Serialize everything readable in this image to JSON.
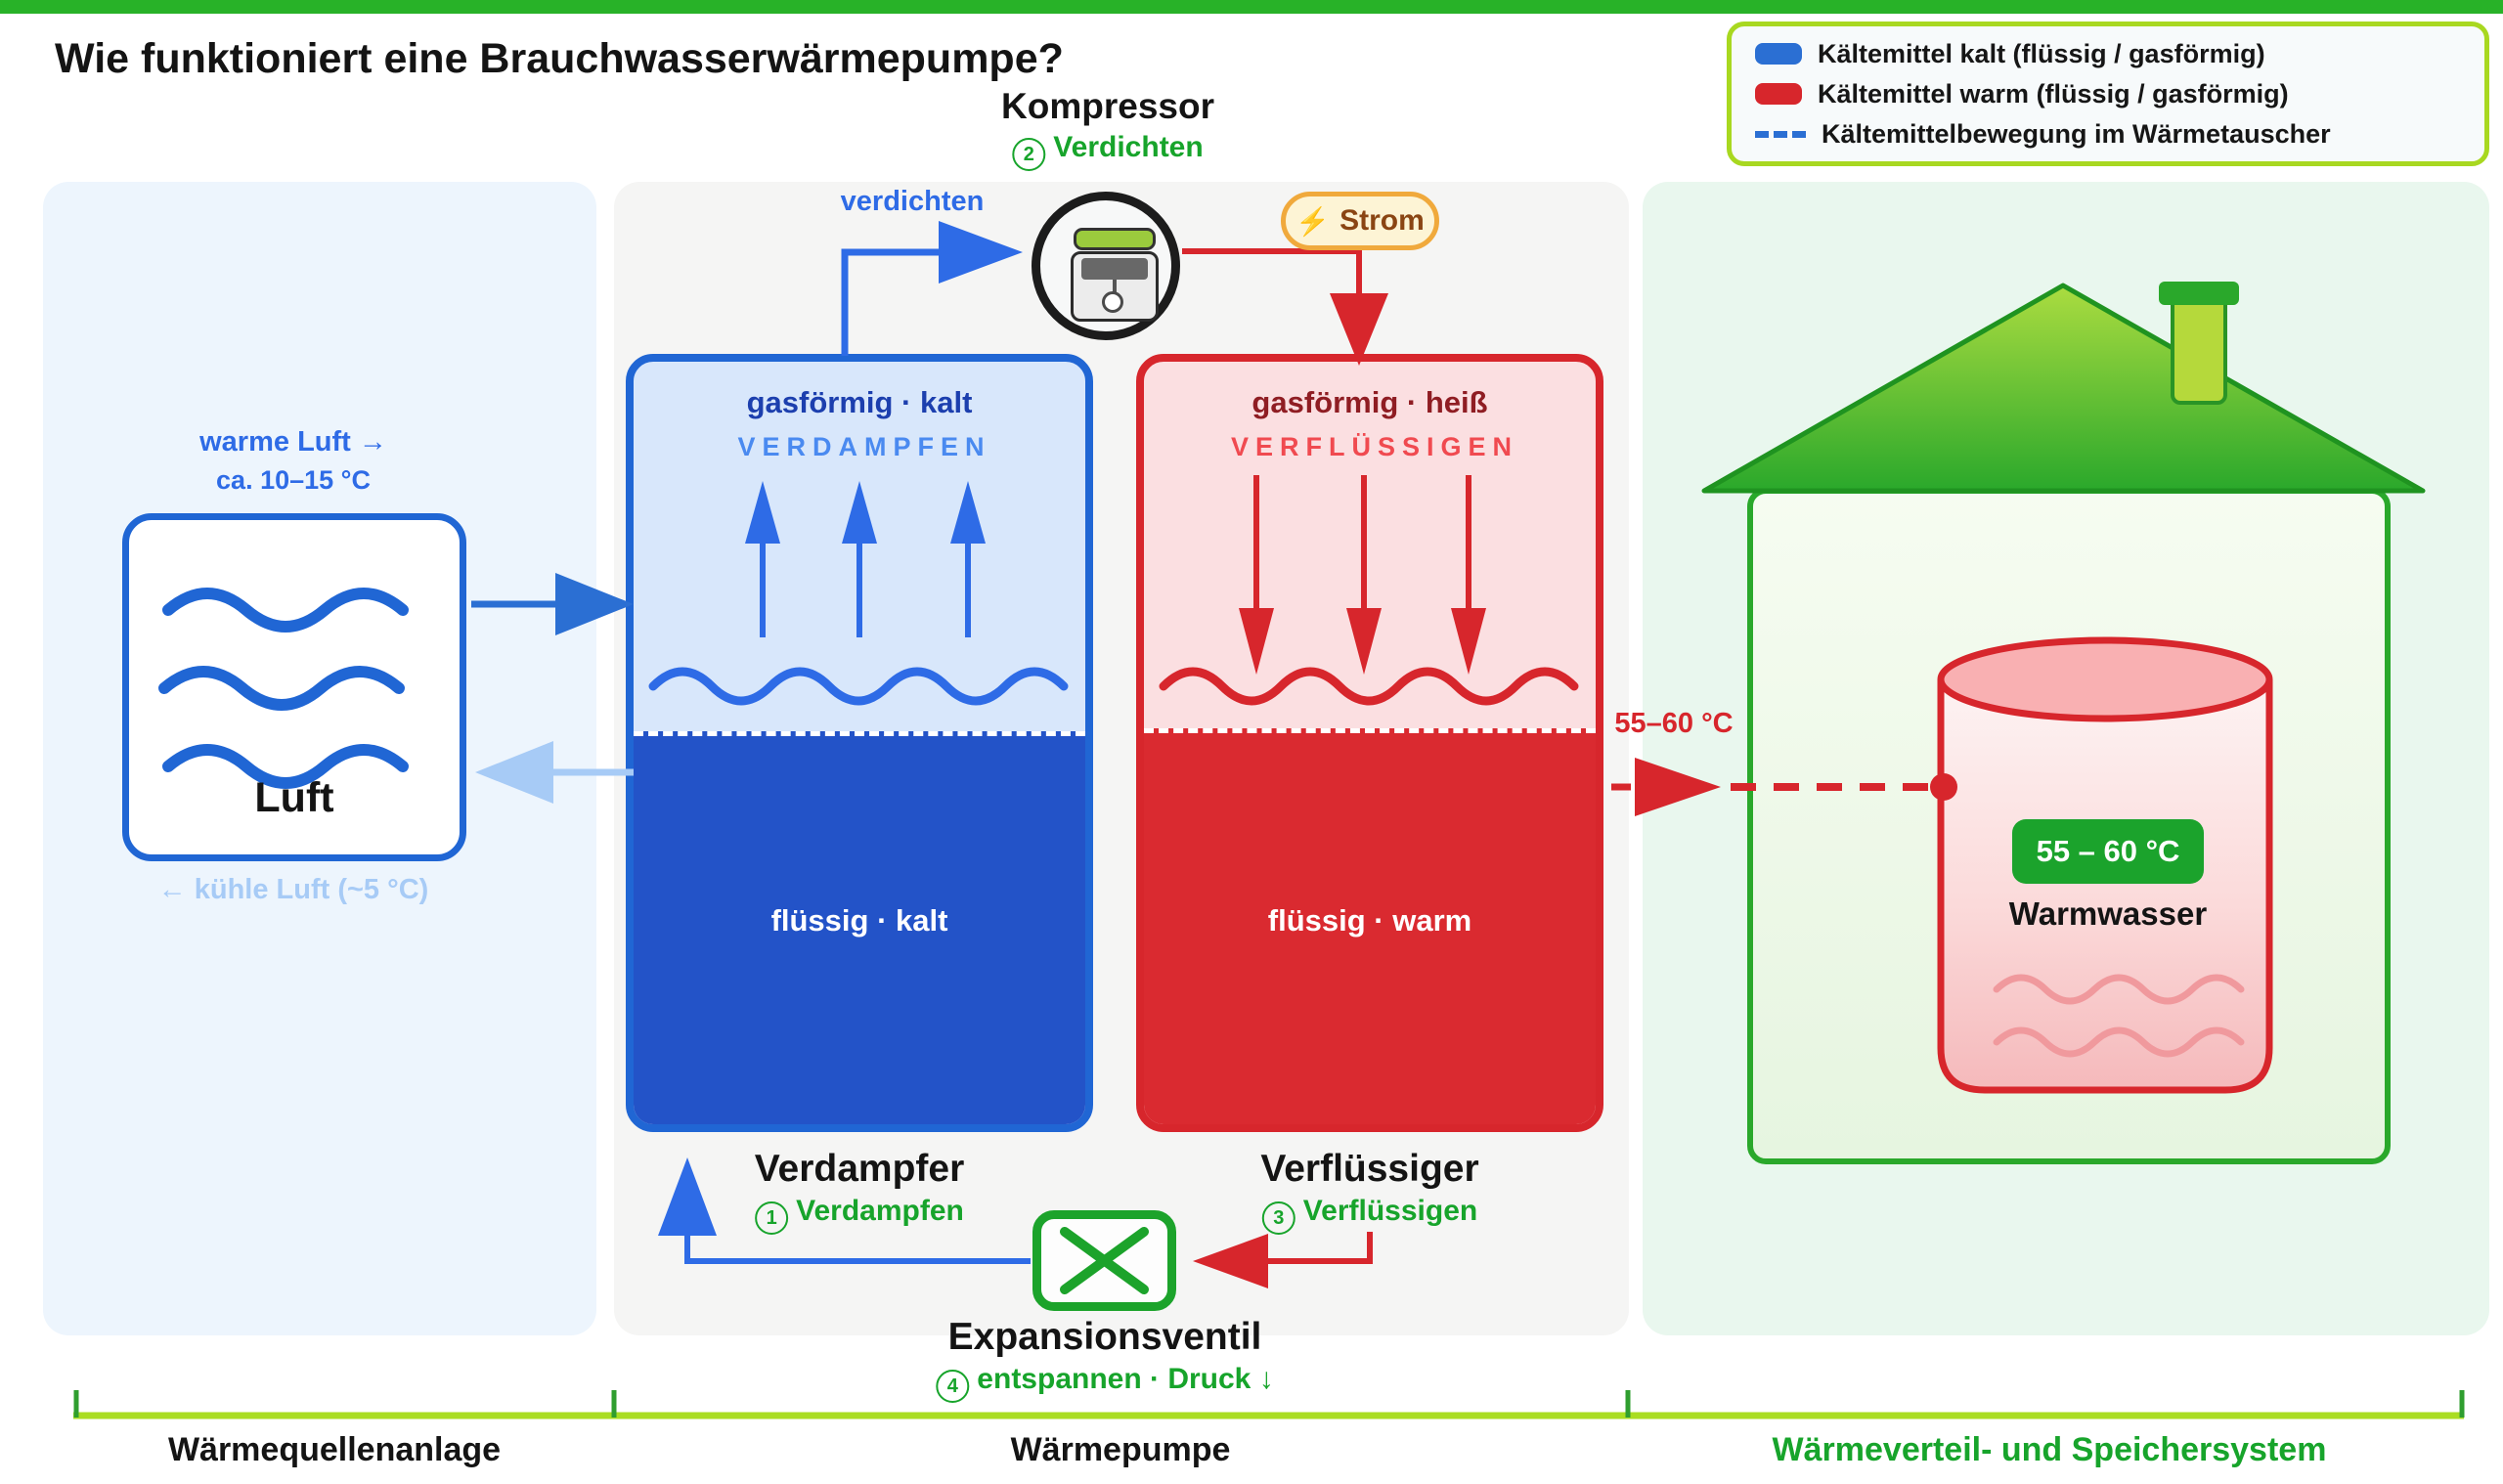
{
  "title": "Wie funktioniert eine Brauchwasserwärmepumpe?",
  "legend": {
    "items": [
      {
        "swatch": "blue-solid-swatch",
        "label": "Kältemittel kalt (flüssig / gasförmig)"
      },
      {
        "swatch": "red-solid-swatch",
        "label": "Kältemittel warm (flüssig / gasförmig)"
      },
      {
        "swatch": "blue-dashed-swatch",
        "label": "Kältemittelbewegung im Wärmetauscher"
      }
    ]
  },
  "kompressor": {
    "name": "Kompressor",
    "step_no": "2",
    "step_label": "Verdichten",
    "pipe_label": "verdichten"
  },
  "strom_badge": {
    "icon": "lightning-bolt",
    "bolt_glyph": "⚡",
    "label": "Strom"
  },
  "source": {
    "warm_air_label": "warme Luft →",
    "warm_air_temp": "ca. 10–15 °C",
    "box_label": "Luft",
    "cool_air_label": "← kühle Luft (~5 °C)"
  },
  "evaporator": {
    "gas_label": "gasförmig · kalt",
    "process_label": "VERDAMPFEN",
    "liquid_label": "flüssig · kalt",
    "name": "Verdampfer",
    "step_no": "1",
    "step_label": "Verdampfen"
  },
  "condenser": {
    "gas_label": "gasförmig · heiß",
    "process_label": "VERFLÜSSIGEN",
    "liquid_label": "flüssig · warm",
    "name": "Verflüssiger",
    "step_no": "3",
    "step_label": "Verflüssigen",
    "out_temp": "55–60 °C"
  },
  "expansion_valve": {
    "name": "Expansionsventil",
    "step_no": "4",
    "step_label": "entspannen · Druck ↓"
  },
  "storage": {
    "badge_temp": "55 – 60 °C",
    "label": "Warmwasser"
  },
  "sections": {
    "left": "Wärmequellenanlage",
    "middle": "Wärmepumpe",
    "right": "Wärmeverteil- und Speichersystem"
  },
  "colors": {
    "topbar": "#28b228",
    "title_text": "#141414",
    "panel_left_bg": "#edf5fd",
    "panel_mid_bg": "#f5f5f4",
    "panel_right_bg": "#e9f7ee",
    "blue": "#2e6be6",
    "blue_swatch": "#2b6fd3",
    "blue_border": "#2066d4",
    "blue_text_dark": "#1c3fae",
    "blue_process": "#4a8af0",
    "blue_liquid": "#2353c8",
    "blue_tank_bg": "#d8e7fb",
    "blue_light": "#a7cbf6",
    "red": "#d7262c",
    "red_text_dark": "#8f1d23",
    "red_process": "#f04a50",
    "red_liquid": "#da2a30",
    "red_tank_bg": "#fbdfe1",
    "green": "#17a42b",
    "lime": "#aadd22",
    "tick_green": "#2f9e2f",
    "valve_green": "#1ca32b",
    "roof_green_light": "#abdc40",
    "roof_green": "#2aa82b",
    "house_border": "#2aa82b",
    "strom_border": "#f0a93c",
    "strom_bg": "#fdf4d5",
    "strom_text": "#8a4513",
    "strom_bolt": "#f6c51d",
    "badge_green": "#1ba32c",
    "cyl_border": "#d7262c",
    "cyl_top": "#f9b0b2",
    "cyl_wave": "#f0999d",
    "legend_border": "#a8d820",
    "legend_bg": "#f7fafb"
  }
}
